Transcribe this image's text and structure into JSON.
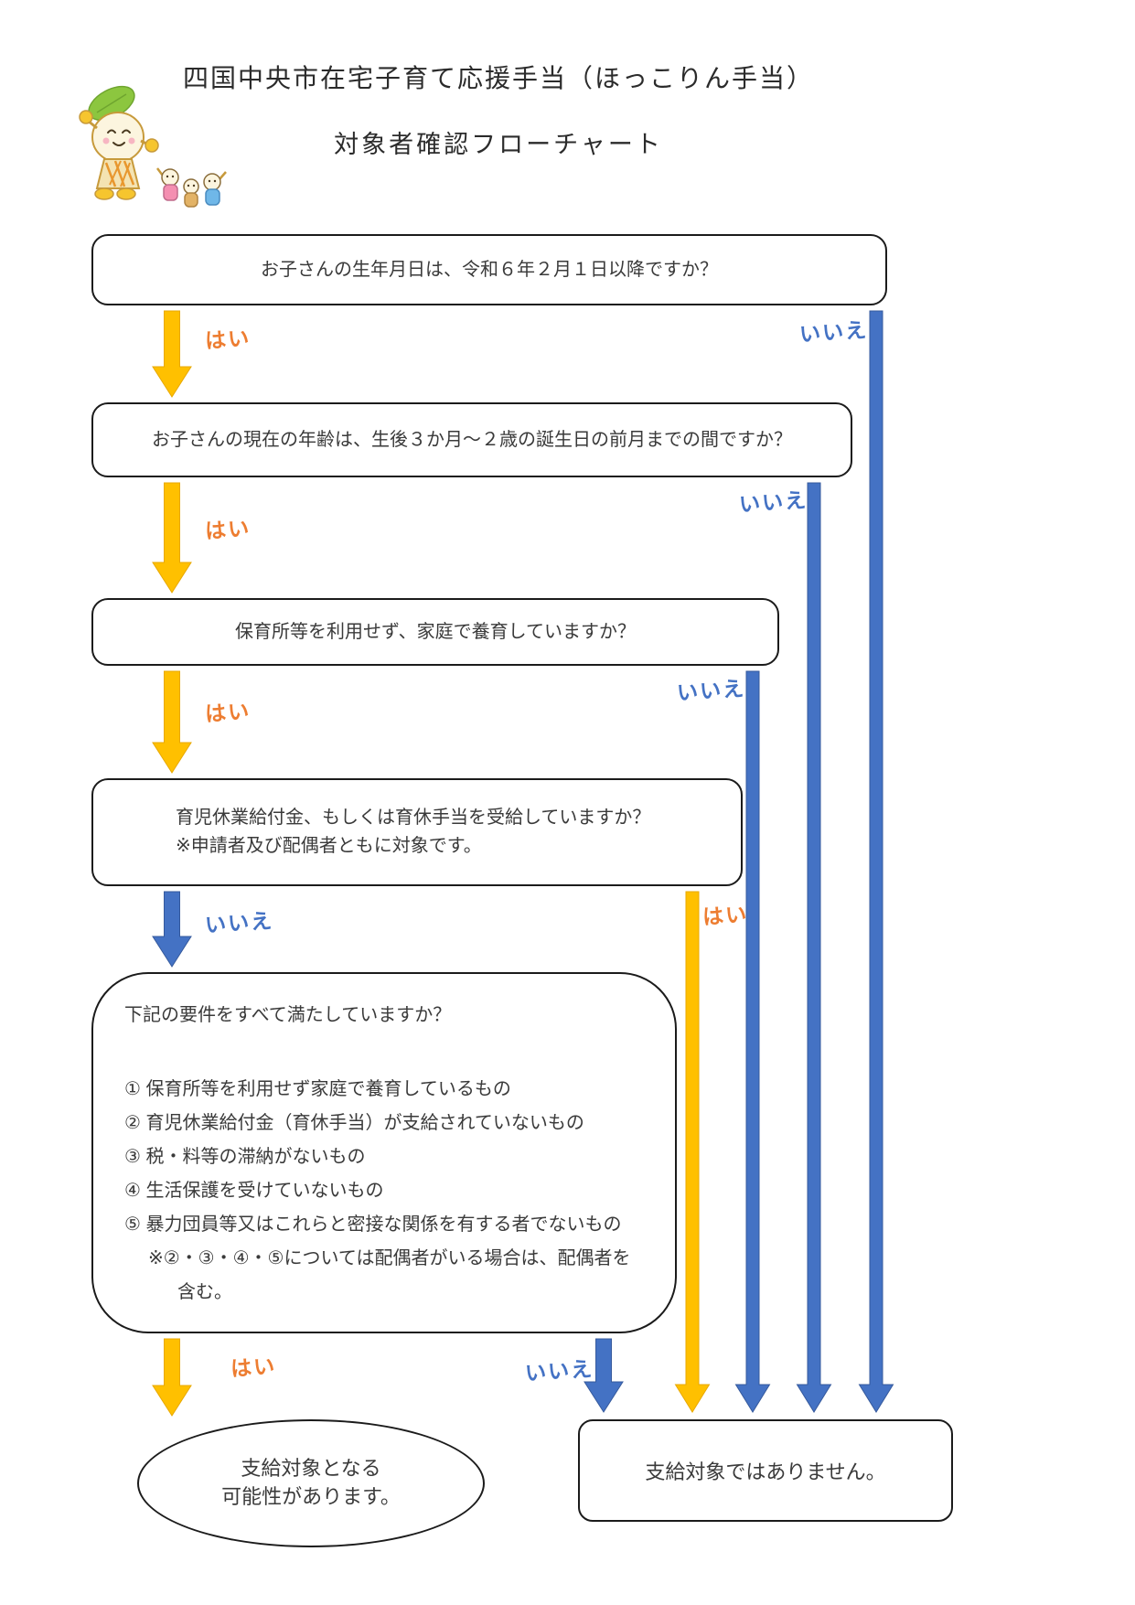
{
  "title": "四国中央市在宅子育て応援手当（ほっこりん手当）",
  "subtitle": "対象者確認フローチャート",
  "labels": {
    "yes": "はい",
    "no": "いいえ"
  },
  "colors": {
    "yes_arrow": "#FFC000",
    "yes_arrow_edge": "#E8A800",
    "no_arrow": "#4472C4",
    "no_arrow_edge": "#35599C",
    "yes_label": "#ED7D31",
    "no_label": "#4472C4"
  },
  "nodes": {
    "q1": {
      "text": "お子さんの生年月日は、令和６年２月１日以降ですか？"
    },
    "q2": {
      "text": "お子さんの現在の年齢は、生後３か月～２歳の誕生日の前月までの間ですか？"
    },
    "q3": {
      "text": "保育所等を利用せず、家庭で養育していますか？"
    },
    "q4": {
      "text": "育児休業給付金、もしくは育休手当を受給していますか？",
      "note": "※申請者及び配偶者ともに対象です。"
    },
    "q5": {
      "question": "下記の要件をすべて満たしていますか？",
      "items": [
        "① 保育所等を利用せず家庭で養育しているもの",
        "② 育児休業給付金（育休手当）が支給されていないもの",
        "③ 税・料等の滞納がないもの",
        "④ 生活保護を受けていないもの",
        "⑤ 暴力団員等又はこれらと密接な関係を有する者でないもの"
      ],
      "note_line1": "※②・③・④・⑤については配偶者がいる場合は、配偶者を",
      "note_line2": "含む。"
    },
    "result_eligible": {
      "line1": "支給対象となる",
      "line2": "可能性があります。"
    },
    "result_not_eligible": {
      "text": "支給対象ではありません。"
    }
  }
}
